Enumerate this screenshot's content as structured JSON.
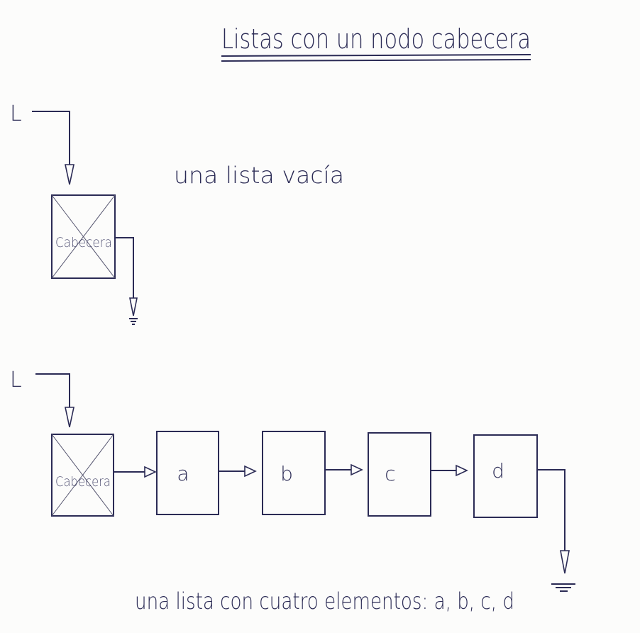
{
  "title": "Listas con un nodo cabecera",
  "list_var": "L",
  "empty_list": {
    "header_label": "Cabecera",
    "caption": "una lista vacía"
  },
  "full_list": {
    "header_label": "Cabecera",
    "nodes": [
      "a",
      "b",
      "c",
      "d"
    ],
    "caption": "una lista con cuatro elementos: a, b, c, d"
  },
  "colors": {
    "ink": "#2b2b55",
    "paper": "#fcfcfb"
  }
}
